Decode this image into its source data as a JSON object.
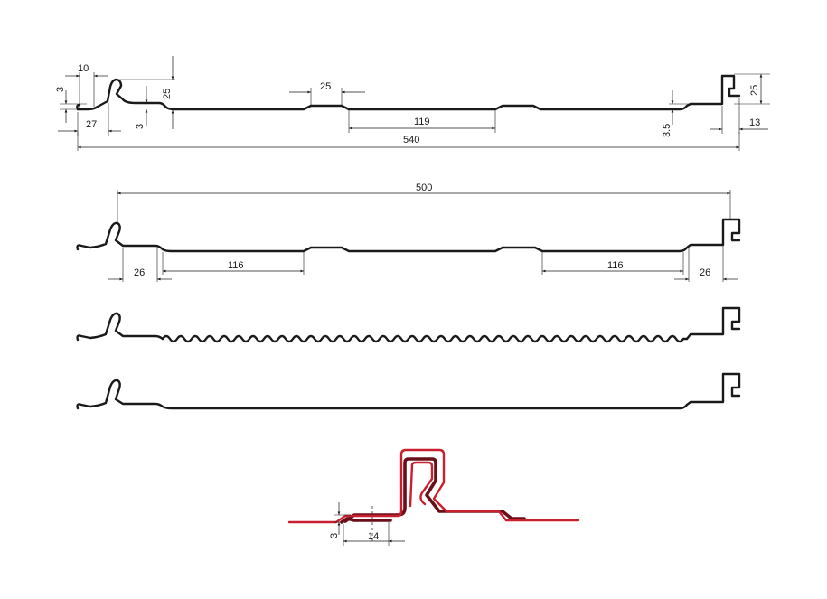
{
  "profile_1": {
    "dims": {
      "lock_width": "10",
      "lock_offset": "3",
      "lock_height": "25",
      "rib_width": "25",
      "edge_to_lock": "27",
      "step_height": "3",
      "flat_width": "119",
      "right_step": "3.5",
      "right_lock_height": "25",
      "right_lock_width": "13",
      "total_width": "540"
    }
  },
  "profile_2": {
    "dims": {
      "working_width": "500",
      "left_edge": "26",
      "left_flat": "116",
      "right_flat": "116",
      "right_edge": "26"
    }
  },
  "detail": {
    "dims": {
      "offset": "3",
      "overlap": "14"
    },
    "colors": {
      "sheet_top": "#c8202f",
      "sheet_under": "#6a0f18"
    }
  }
}
